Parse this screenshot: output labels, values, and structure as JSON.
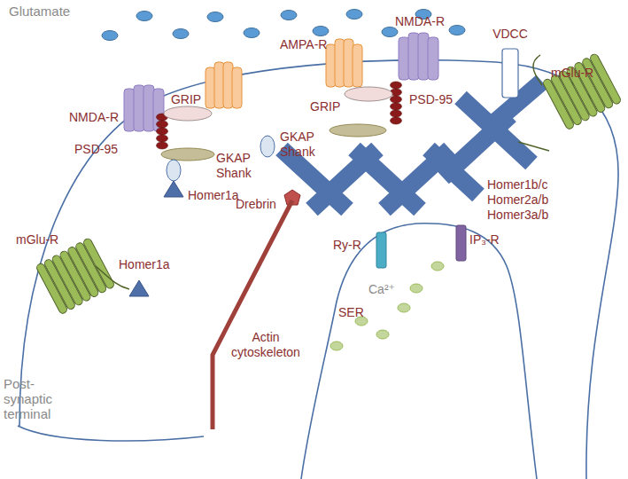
{
  "diagram": {
    "labels": [
      "Glutamate",
      "NMDA-R",
      "AMPA-R",
      "VDCC",
      "NMDA-R",
      "GRIP",
      "PSD-95",
      "mGlu-R",
      "GRIP",
      "PSD-95",
      "GKAP Shank",
      "GKAP Shank",
      "Drebrin",
      "Homer1a",
      "Homer1b/c Homer2a/b Homer3a/b",
      "mGlu-R",
      "Homer1a",
      "Ry-R",
      "IP₃-R",
      "Ca²⁺",
      "Actin cytoskeleton",
      "SER",
      "Post-synaptic terminal"
    ]
  }
}
